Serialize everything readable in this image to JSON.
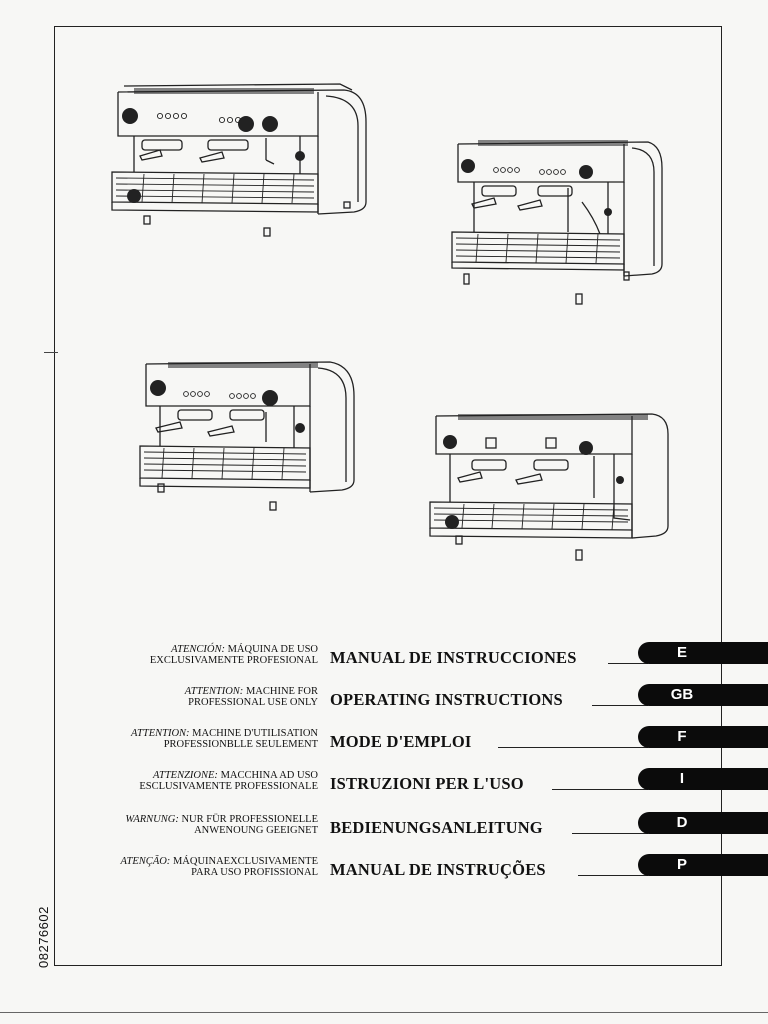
{
  "languages": [
    {
      "warn_label": "ATENCIÓN:",
      "warn_rest": "MÁQUINA DE USO",
      "warn_line2": "EXCLUSIVAMENTE PROFESIONAL",
      "title": "MANUAL DE INSTRUCCIONES",
      "tab": "E"
    },
    {
      "warn_label": "ATTENTION:",
      "warn_rest": "MACHINE FOR",
      "warn_line2": "PROFESSIONAL USE ONLY",
      "title": "OPERATING INSTRUCTIONS",
      "tab": "GB"
    },
    {
      "warn_label": "ATTENTION:",
      "warn_rest": "MACHINE D'UTILISATION",
      "warn_line2": "PROFESSIONBLLE SEULEMENT",
      "title": "MODE D'EMPLOI",
      "tab": "F"
    },
    {
      "warn_label": "ATTENZIONE:",
      "warn_rest": "MACCHINA AD USO",
      "warn_line2": "ESCLUSIVAMENTE PROFESSIONALE",
      "title": "ISTRUZIONI PER L'USO",
      "tab": "I"
    },
    {
      "warn_label": "WARNUNG:",
      "warn_rest": "NUR FÜR PROFESSIONELLE",
      "warn_line2": "ANWENOUNG GEEIGNET",
      "title": "BEDIENUNGSANLEITUNG",
      "tab": "D"
    },
    {
      "warn_label": "ATENÇÃO:",
      "warn_rest": "MÁQUINAEXCLUSIVAMENTE",
      "warn_line2": "PARA USO PROFISSIONAL",
      "title": "MANUAL DE INSTRUÇÕES",
      "tab": "P"
    }
  ],
  "document_code": "08276602",
  "colors": {
    "ink": "#111111",
    "paper": "#f7f7f5",
    "tab": "#0b0b0b"
  }
}
